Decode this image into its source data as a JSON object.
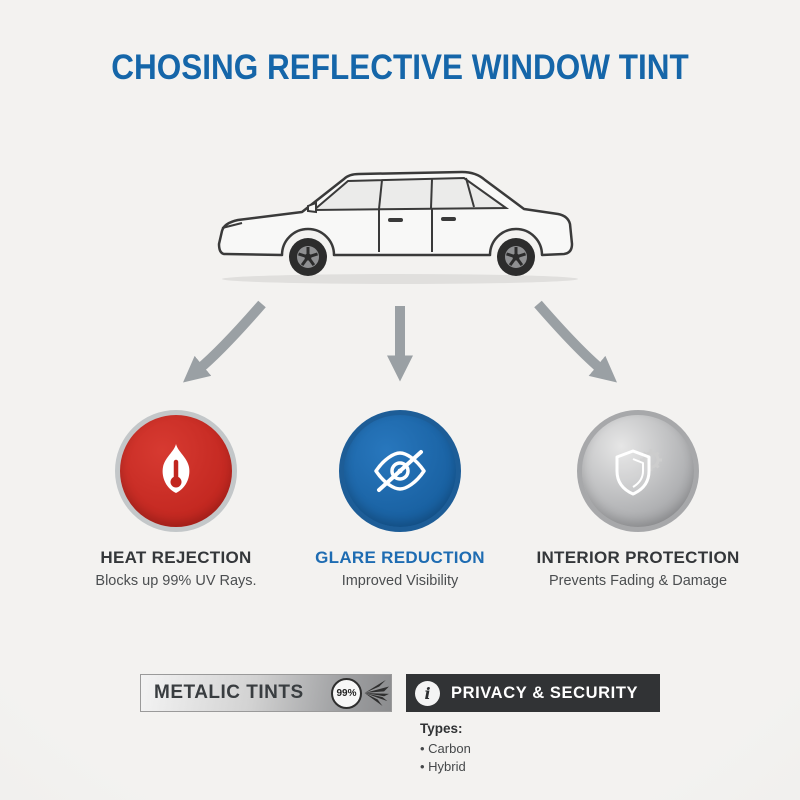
{
  "title": "CHOSING REFLECTIVE WINDOW TINT",
  "colors": {
    "title_blue": "#1566a9",
    "heat_red": "#c7271f",
    "glare_blue": "#1e6cb2",
    "protection_silver": "#b2b3b5",
    "banner_dark": "#313335",
    "arrow_gray": "#9aa0a4",
    "background": "#f0efed"
  },
  "features": [
    {
      "title": "HEAT REJECTION",
      "subtitle": "Blocks up 99% UV Rays.",
      "icon": "flame-thermometer-icon"
    },
    {
      "title": "GLARE REDUCTION",
      "subtitle": "Improved Visibility",
      "icon": "eye-slash-icon"
    },
    {
      "title": "INTERIOR PROTECTION",
      "subtitle": "Prevents Fading & Damage",
      "icon": "shield-gear-icon"
    }
  ],
  "banners": {
    "metallic": {
      "label": "METALIC TINTS",
      "badge": "99%",
      "icon": "sun-rays-icon"
    },
    "privacy": {
      "label": "PRIVACY & SECURITY",
      "icon_glyph": "i",
      "icon": "info-icon"
    }
  },
  "types": {
    "heading": "Types:",
    "items": [
      "Carbon",
      "Hybrid"
    ]
  }
}
